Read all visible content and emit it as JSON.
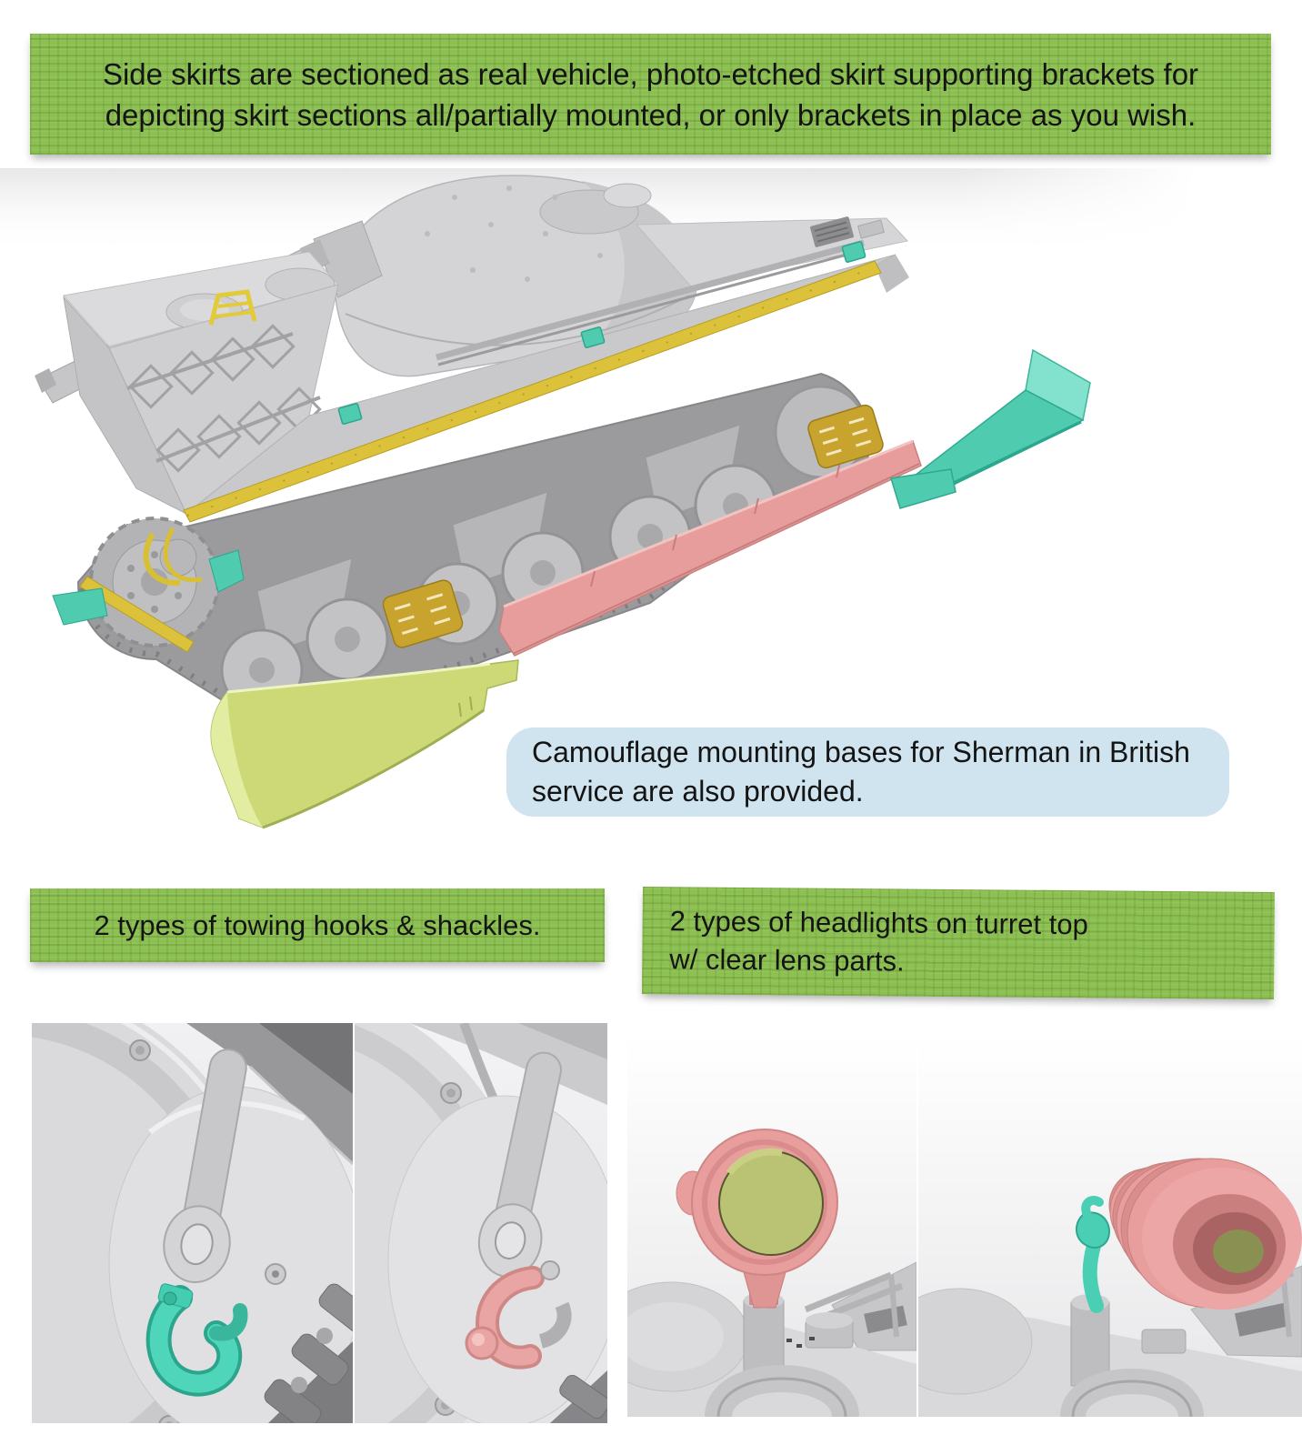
{
  "colors": {
    "banner_green": "#8CC052",
    "callout_blue": "#CFE4EE",
    "part_teal": "#4FCBB0",
    "part_teal_light": "#82E2CD",
    "part_pink": "#E69D9C",
    "part_chartreuse": "#CDD977",
    "part_gold": "#C8A32E",
    "rail_yellow": "#DCC23A",
    "text_dark": "#141414"
  },
  "banner_top": {
    "line1": "Side skirts are sectioned as real vehicle, photo-etched skirt supporting brackets for",
    "line2": "depicting skirt sections all/partially mounted, or only brackets in place as you wish."
  },
  "callout": {
    "line1": "Camouflage mounting bases for Sherman in British",
    "line2": "service are also provided."
  },
  "banner_towing": {
    "text": "2 types of towing hooks & shackles."
  },
  "banner_headlights": {
    "line1": "2 types of headlights on turret top",
    "line2": "w/ clear lens parts."
  }
}
